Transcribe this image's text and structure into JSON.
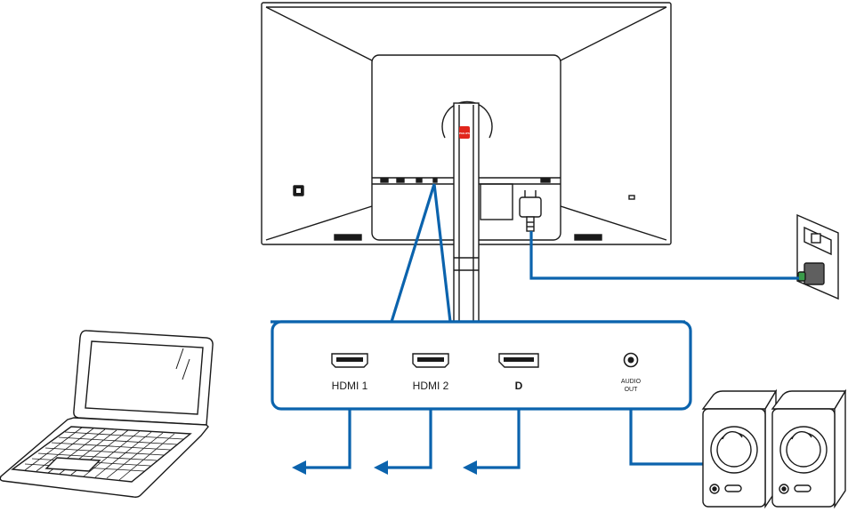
{
  "monitor": {
    "brand": "PHILIPS"
  },
  "ports": [
    {
      "label": "HDMI 1",
      "icon": "hdmi-port-icon"
    },
    {
      "label": "HDMI 2",
      "icon": "hdmi-port-icon"
    },
    {
      "label": "D",
      "icon": "displayport-icon"
    },
    {
      "label_line1": "AUDIO",
      "label_line2": "OUT",
      "icon": "audio-jack-icon"
    }
  ],
  "colors": {
    "cable": "#0b63ad",
    "panel_border": "#0b63ad",
    "outline": "#1a1a1a",
    "brand_badge": "#e1251b"
  }
}
